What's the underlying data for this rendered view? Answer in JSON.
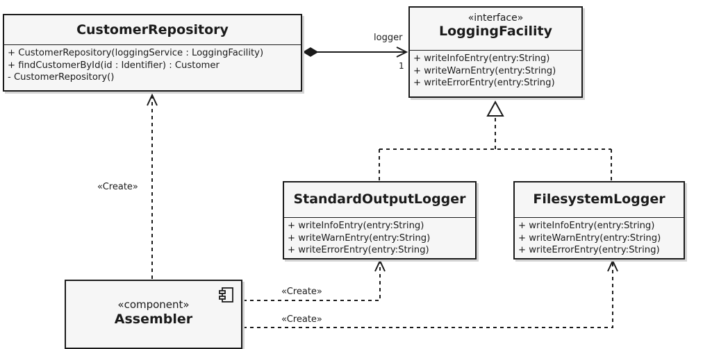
{
  "classes": {
    "customer_repository": {
      "name": "CustomerRepository",
      "operations": [
        "+ CustomerRepository(loggingService : LoggingFacility)",
        "+ findCustomerById(id : Identifier) : Customer",
        "- CustomerRepository()"
      ]
    },
    "logging_facility": {
      "stereotype": "«interface»",
      "name": "LoggingFacility",
      "operations": [
        "+ writeInfoEntry(entry:String)",
        "+ writeWarnEntry(entry:String)",
        "+ writeErrorEntry(entry:String)"
      ]
    },
    "standard_output_logger": {
      "name": "StandardOutputLogger",
      "operations": [
        "+ writeInfoEntry(entry:String)",
        "+ writeWarnEntry(entry:String)",
        "+ writeErrorEntry(entry:String)"
      ]
    },
    "filesystem_logger": {
      "name": "FilesystemLogger",
      "operations": [
        "+ writeInfoEntry(entry:String)",
        "+ writeWarnEntry(entry:String)",
        "+ writeErrorEntry(entry:String)"
      ]
    },
    "assembler": {
      "stereotype": "«component»",
      "name": "Assembler",
      "icon": "component-icon"
    }
  },
  "relations": {
    "composition_role": "logger",
    "composition_multiplicity": "1",
    "create_to_repository": "«Create»",
    "create_to_standard_logger": "«Create»",
    "create_to_filesystem_logger": "«Create»"
  }
}
